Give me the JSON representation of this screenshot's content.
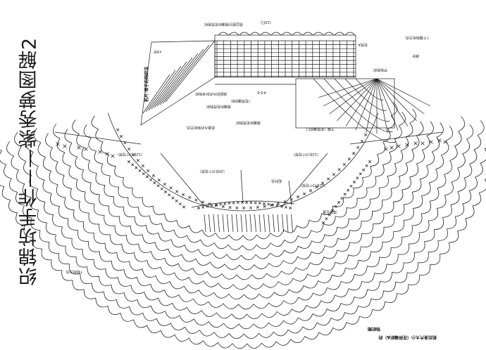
{
  "title": "织锦坊手作——紫秀萝图解2",
  "colors": {
    "ink": "#1a1a1a",
    "paper": "#ffffff"
  },
  "top_chart": {
    "caption": "前片·领子的钩织法",
    "labels": [
      "领边部分按编织花样钩织",
      "（13行）",
      "×6针",
      "花样A",
      "换针",
      "挑起织片的针目钩织",
      "按编织花样钩织",
      "按编织花样钩织",
      "4·5·6",
      "（花样编织B）",
      "开始钩织",
      "下摆（花样编织C）",
      "↑下摆钩织方向",
      "前身片的钩织方向"
    ]
  },
  "bottom_chart": {
    "labels": [
      "（12针/3个花样）",
      "（20针/5个花样）",
      "（12针/3个花样）",
      "起针处",
      "（12针/3个花样）",
      "拼接位置",
      "↑钩织方向"
    ],
    "caption_lines": [
      "前后身片大小（花样编织A）的",
      "钩织图"
    ]
  }
}
